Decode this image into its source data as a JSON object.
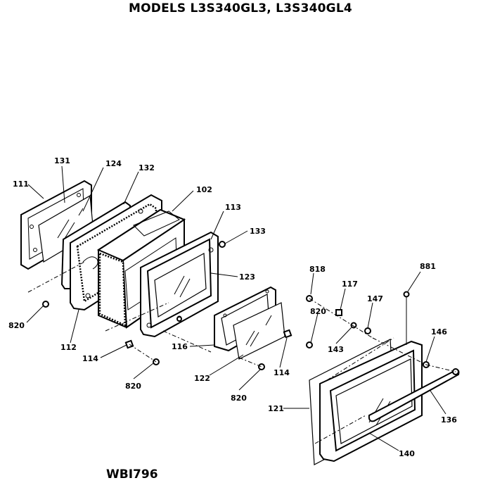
{
  "title": "MODELS L3S340GL3, L3S340GL4",
  "diagram_code": "WBI796",
  "part_numbers": {
    "p111": "111",
    "p131": "131",
    "p124": "124",
    "p132": "132",
    "p102": "102",
    "p113": "113",
    "p133": "133",
    "p123": "123",
    "p818": "818",
    "p881": "881",
    "p117": "117",
    "p147": "147",
    "p820a": "820",
    "p820b": "820",
    "p820c": "820",
    "p820d": "820",
    "p146": "146",
    "p112": "112",
    "p114a": "114",
    "p114b": "114",
    "p116": "116",
    "p143": "143",
    "p122": "122",
    "p121": "121",
    "p136": "136",
    "p140": "140"
  }
}
